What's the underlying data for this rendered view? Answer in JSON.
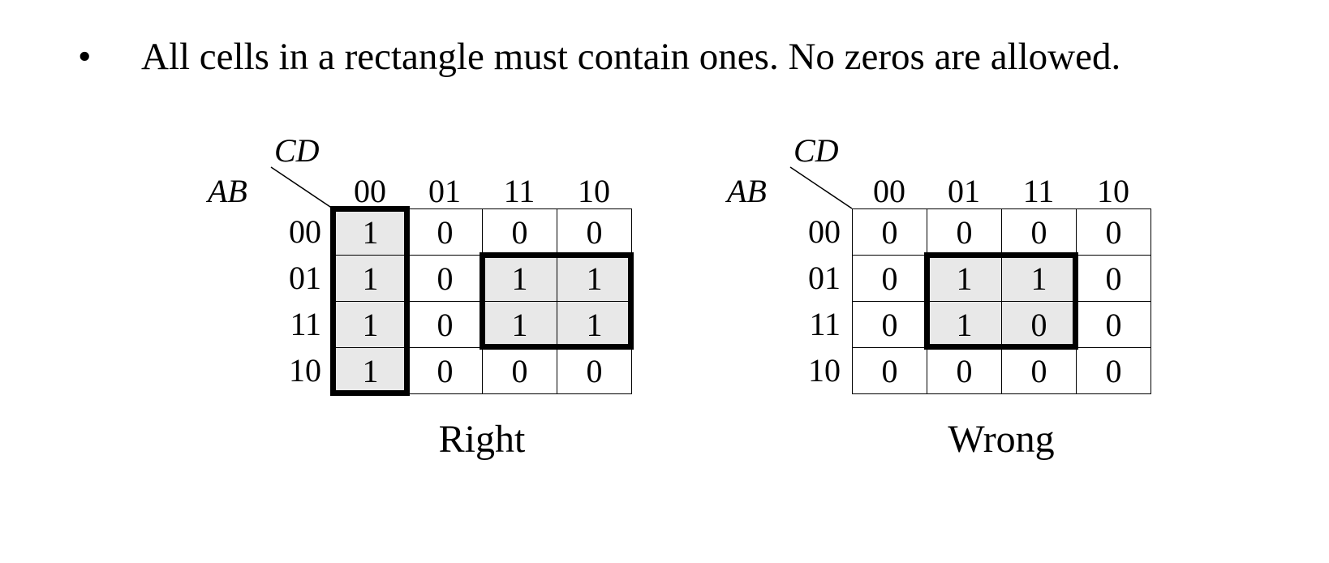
{
  "bullet": {
    "dot": "•",
    "text": "All cells in a rectangle must contain ones. No zeros are allowed."
  },
  "maps": [
    {
      "caption": "Right",
      "col_var": "CD",
      "row_var": "AB",
      "col_labels": [
        "00",
        "01",
        "11",
        "10"
      ],
      "row_labels": [
        "00",
        "01",
        "11",
        "10"
      ],
      "cells": [
        [
          "1",
          "0",
          "0",
          "0"
        ],
        [
          "1",
          "0",
          "1",
          "1"
        ],
        [
          "1",
          "0",
          "1",
          "1"
        ],
        [
          "1",
          "0",
          "0",
          "0"
        ]
      ],
      "shaded": [
        [
          0,
          0
        ],
        [
          1,
          0
        ],
        [
          2,
          0
        ],
        [
          3,
          0
        ],
        [
          1,
          2
        ],
        [
          1,
          3
        ],
        [
          2,
          2
        ],
        [
          2,
          3
        ]
      ],
      "groups": [
        {
          "row": 0,
          "col": 0,
          "rows": 4,
          "cols": 1
        },
        {
          "row": 1,
          "col": 2,
          "rows": 2,
          "cols": 2
        }
      ]
    },
    {
      "caption": "Wrong",
      "col_var": "CD",
      "row_var": "AB",
      "col_labels": [
        "00",
        "01",
        "11",
        "10"
      ],
      "row_labels": [
        "00",
        "01",
        "11",
        "10"
      ],
      "cells": [
        [
          "0",
          "0",
          "0",
          "0"
        ],
        [
          "0",
          "1",
          "1",
          "0"
        ],
        [
          "0",
          "1",
          "0",
          "0"
        ],
        [
          "0",
          "0",
          "0",
          "0"
        ]
      ],
      "shaded": [
        [
          1,
          1
        ],
        [
          1,
          2
        ],
        [
          2,
          1
        ],
        [
          2,
          2
        ]
      ],
      "groups": [
        {
          "row": 1,
          "col": 1,
          "rows": 2,
          "cols": 2
        }
      ]
    }
  ]
}
